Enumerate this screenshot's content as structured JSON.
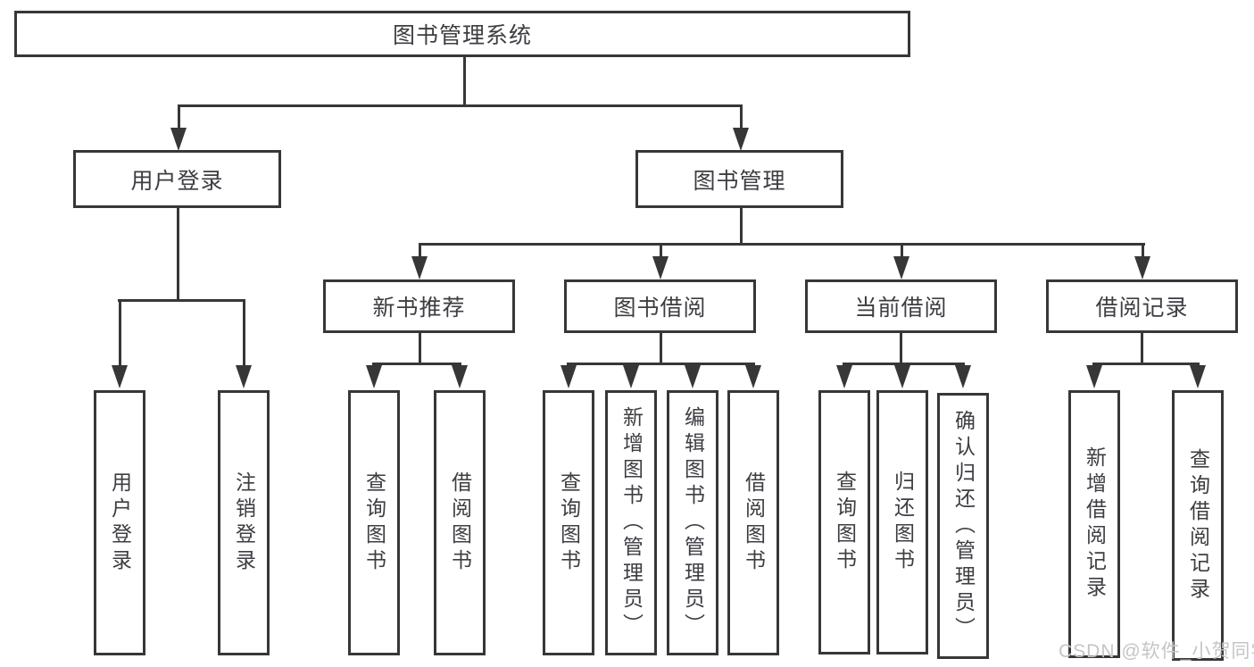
{
  "diagram": {
    "title": "图书管理系统",
    "root": "图书管理系统",
    "branches": {
      "user_login": "用户登录",
      "book_mgmt": "图书管理"
    },
    "modules": {
      "new_books": "新书推荐",
      "book_borrow": "图书借阅",
      "current_borrow": "当前借阅",
      "borrow_records": "借阅记录"
    },
    "leaves": {
      "user_login": [
        "用户登录",
        "注销登录"
      ],
      "new_books": [
        "查询图书",
        "借阅图书"
      ],
      "book_borrow": [
        "查询图书",
        "新增图书（管理员）",
        "编辑图书（管理员）",
        "借阅图书"
      ],
      "current_borrow": [
        "查询图书",
        "归还图书",
        "确认归还（管理员）"
      ],
      "borrow_records": [
        "新增借阅记录",
        "查询借阅记录"
      ]
    }
  },
  "watermark": "CSDN @软件_小贺同学",
  "colors": {
    "line": "#373737",
    "box_border": "#373737",
    "text": "#3d3d42",
    "watermark": "#c5c5c5",
    "background": "#ffffff"
  }
}
